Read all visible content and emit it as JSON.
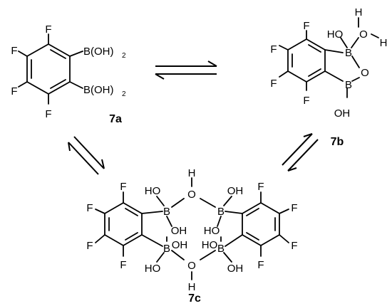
{
  "compounds": {
    "a": {
      "label": "7a",
      "groups": [
        "F",
        "F",
        "F",
        "F",
        "B(OH)",
        "2",
        "B(OH)",
        "2"
      ]
    },
    "b": {
      "label": "7b",
      "groups": [
        "F",
        "F",
        "F",
        "F",
        "B",
        "B",
        "O",
        "HO",
        "OH",
        "O",
        "H",
        "H"
      ]
    },
    "c": {
      "label": "7c",
      "groups": [
        "F",
        "F",
        "F",
        "F",
        "F",
        "F",
        "F",
        "F",
        "B",
        "B",
        "B",
        "B",
        "O",
        "O",
        "H",
        "H",
        "HO",
        "OH",
        "OH",
        "HO",
        "HO",
        "OH",
        "HO",
        "OH"
      ]
    }
  }
}
